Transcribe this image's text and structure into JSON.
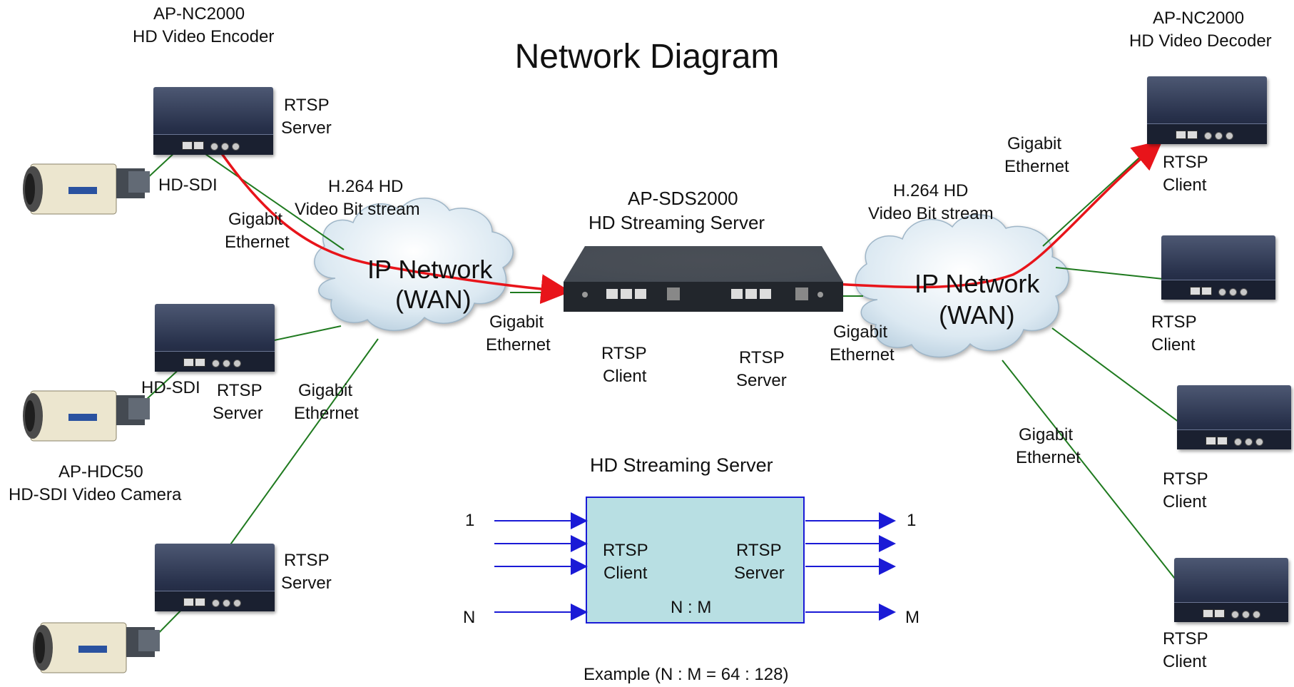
{
  "title": "Network Diagram",
  "encoder": {
    "model": "AP-NC2000",
    "desc": "HD Video Encoder"
  },
  "decoder": {
    "model": "AP-NC2000",
    "desc": "HD Video Decoder"
  },
  "server": {
    "model": "AP-SDS2000",
    "desc": "HD Streaming Server"
  },
  "camera": {
    "model": "AP-HDC50",
    "desc": "HD-SDI  Video Camera"
  },
  "labels": {
    "rtsp": "RTSP",
    "server_word": "Server",
    "client_word": "Client",
    "hdsdi": "HD-SDI",
    "gigabit": "Gigabit",
    "ethernet": "Ethernet",
    "h264": "H.264 HD",
    "bitstream": "Video Bit stream",
    "ip_network": "IP Network",
    "wan": "(WAN)"
  },
  "inset": {
    "title": "HD Streaming Server",
    "in_first": "1",
    "in_last": "N",
    "out_first": "1",
    "out_last": "M",
    "left_line1": "RTSP",
    "left_line2": "Client",
    "right_line1": "RTSP",
    "right_line2": "Server",
    "ratio": "N : M",
    "example": "Example (N : M  = 64 : 128)"
  },
  "colors": {
    "stream": "#e8141a",
    "link": "#1f7a1f",
    "arrow": "#1a1ad6",
    "box_fill": "#b8dfe3",
    "box_border": "#1a1ad6",
    "cloud": "#d6e6f0"
  }
}
